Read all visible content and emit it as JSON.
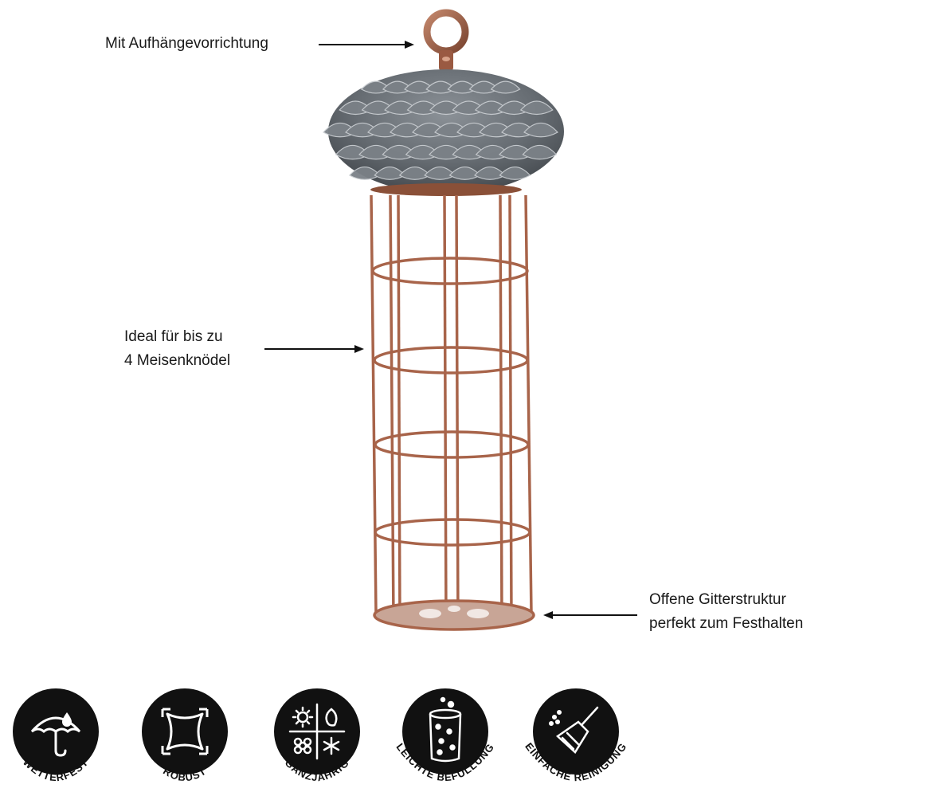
{
  "callouts": {
    "hanger": "Mit Aufhängevorrichtung",
    "capacity_line1": "Ideal für bis zu",
    "capacity_line2": "4 Meisenknödel",
    "grid_line1": "Offene Gitterstruktur",
    "grid_line2": "perfekt zum Festhalten"
  },
  "features": [
    {
      "label": "WETTERFEST",
      "icon": "umbrella-icon"
    },
    {
      "label": "ROBUST",
      "icon": "robust-square-icon"
    },
    {
      "label": "GANZJÄHRIG",
      "icon": "seasons-icon"
    },
    {
      "label": "LEICHTE BEFÜLLUNG",
      "icon": "filling-icon"
    },
    {
      "label": "EINFACHE REINIGUNG",
      "icon": "broom-icon"
    }
  ],
  "colors": {
    "copper": "#a8644a",
    "cap_gray": "#6e747a",
    "badge_black": "#111111"
  }
}
